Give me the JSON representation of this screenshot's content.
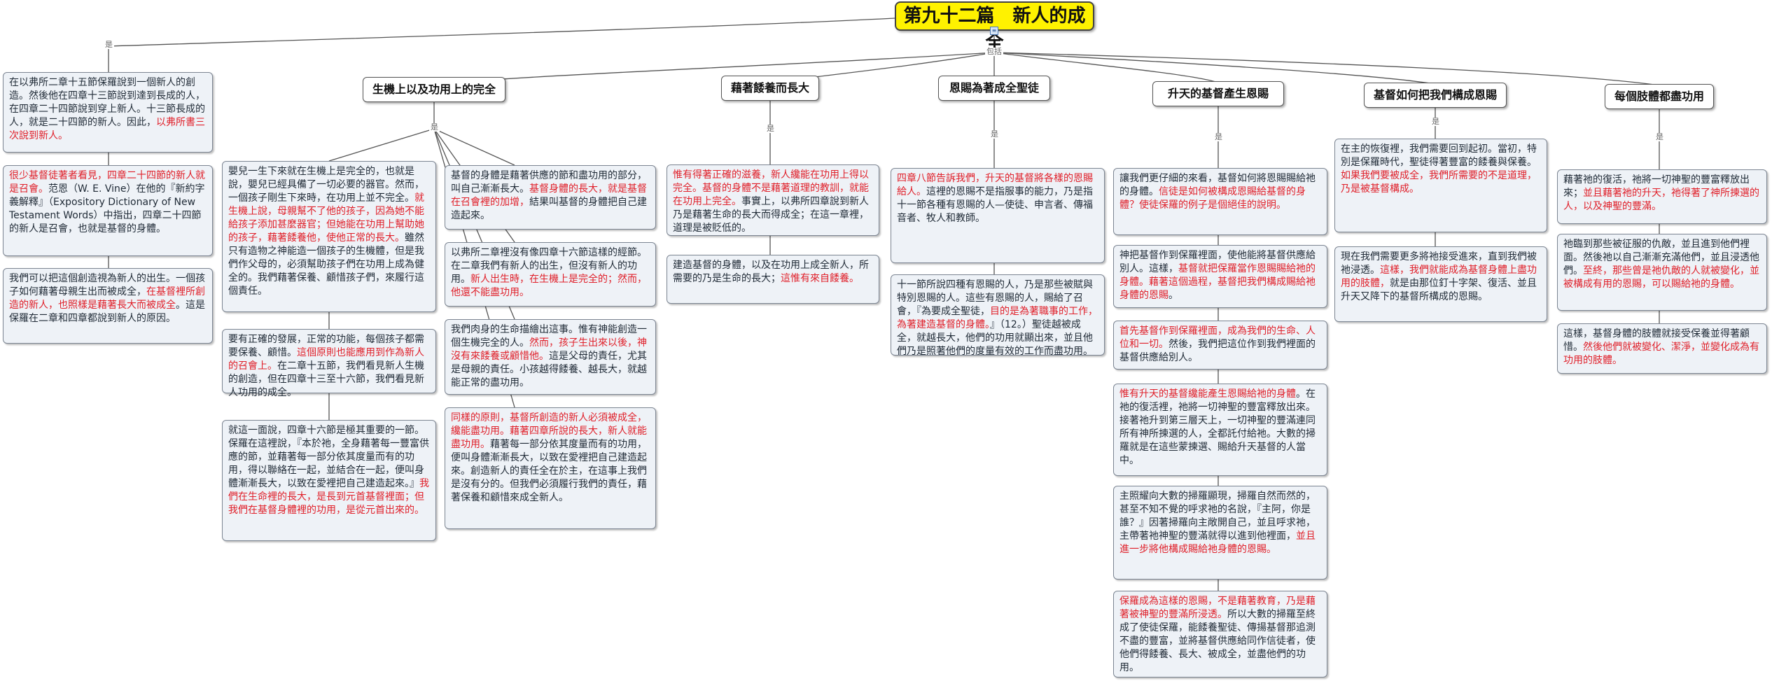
{
  "root": {
    "title": "第九十二篇　新人的成全"
  },
  "labels": {
    "is": "是",
    "includes": "包括"
  },
  "icon": {
    "root_icon": "document-icon"
  },
  "branches": [
    {
      "title": "生機上以及功用上的完全"
    },
    {
      "title": "藉著餧養而長大"
    },
    {
      "title": "恩賜為著成全聖徒"
    },
    {
      "title": "升天的基督產生恩賜"
    },
    {
      "title": "基督如何把我們構成恩賜"
    },
    {
      "title": "每個肢體都盡功用"
    }
  ],
  "intro": [
    [
      {
        "t": "在以弗所二章十五節保羅說到一個新人的創造。然後他在四章十三節說到達到長成的人，在四章二十四節說到穿上新人。十三節長成的人，就是二十四節的新人。因此，",
        "r": false
      },
      {
        "t": "以弗所書三次說到新人。",
        "r": true
      }
    ],
    [
      {
        "t": "很少基督徒著者看見，四章二十四節的新人就是召會。",
        "r": true
      },
      {
        "t": "范恩（W. E. Vine）在他的『新約字義解釋』（Expository Dictionary of New Testament Words）中指出，四章二十四節的新人是召會，也就是基督的身體。",
        "r": false
      }
    ],
    [
      {
        "t": "我們可以把這個創造視為新人的出生。一個孩子如何藉著母親生出而被成全，",
        "r": false
      },
      {
        "t": "在基督裡所創造的新人，也照樣是藉著長大而被成全",
        "r": true
      },
      {
        "t": "。這是保羅在二章和四章都說到新人的原因。",
        "r": false
      }
    ]
  ],
  "b1_left": [
    [
      {
        "t": "嬰兒一生下來就在生機上是完全的，也就是說，嬰兒已經具備了一切必要的器官。然而，一個孩子剛生下來時，在功用上並不完全。",
        "r": false
      },
      {
        "t": "就生機上說，母親幫不了他的孩子，因為她不能給孩子添加甚麼器官；但她能在功用上幫助她的孩子，藉著餧養他，使他正常的長大。",
        "r": true
      },
      {
        "t": "雖然只有造物之神能造一個孩子的生機體，但是我們作父母的，必須幫助孩子們在功用上成為健全的。我們藉著保養、顧惜孩子們，來履行這個責任。",
        "r": false
      }
    ],
    [
      {
        "t": "要有正確的發展，正常的功能，每個孩子都需要保養、顧惜。",
        "r": false
      },
      {
        "t": "這個原則也能應用到作為新人的召會上。",
        "r": true
      },
      {
        "t": "在二章十五節，我們看見新人生機的創造，但在四章十三至十六節，我們看見新人功用的成全。",
        "r": false
      }
    ],
    [
      {
        "t": "就這一面說，四章十六節是極其重要的一節。保羅在這裡說，『本於祂，全身藉著每一豐富供應的節，並藉著每一部分依其度量而有的功用，得以聯絡在一起，並結合在一起，便叫身體漸漸長大，以致在愛裡把自己建造起來。』",
        "r": false
      },
      {
        "t": "我們在生命裡的長大，是長到元首基督裡面；但我們在基督身體裡的功用，是從元首出來的。",
        "r": true
      }
    ]
  ],
  "b1_right": [
    [
      {
        "t": "基督的身體是藉著供應的節和盡功用的部分，叫自己漸漸長大。",
        "r": false
      },
      {
        "t": "基督身體的長大，就是基督在召會裡的加增，",
        "r": true
      },
      {
        "t": "結果叫基督的身體把自己建造起來。",
        "r": false
      }
    ],
    [
      {
        "t": "以弗所二章裡沒有像四章十六節這樣的經節。在二章我們有新人的出生，但沒有新人的功用。",
        "r": false
      },
      {
        "t": "新人出生時，在生機上是完全的；然而，他還不能盡功用。",
        "r": true
      }
    ],
    [
      {
        "t": "我們肉身的生命描繪出這事。惟有神能創造一個生機完全的人。",
        "r": false
      },
      {
        "t": "然而，孩子生出來以後，神沒有來餧養或顧惜他。",
        "r": true
      },
      {
        "t": "這是父母的責任，尤其是母親的責任。小孩越得餧養、越長大，就越能正常的盡功用。",
        "r": false
      }
    ],
    [
      {
        "t": "同樣的原則，基督所創造的新人必須被成全，纔能盡功用。藉著四章所說的長大，新人就能盡功用。",
        "r": true
      },
      {
        "t": "藉著每一部分依其度量而有的功用，便叫身體漸漸長大，以致在愛裡把自己建造起來。創造新人的責任全在於主，在這事上我們是沒有分的。但我們必須履行我們的責任，藉著保養和顧惜來成全新人。",
        "r": false
      }
    ]
  ],
  "b2": [
    [
      {
        "t": "惟有得著正確的滋養，新人纔能在功用上得以完全。基督的身體不是藉著道理的教訓，就能在功用上完全。",
        "r": true
      },
      {
        "t": "事實上，以弗所四章說到新人乃是藉著生命的長大而得成全；在這一章裡，道理是被貶低的。",
        "r": false
      }
    ],
    [
      {
        "t": "建造基督的身體，以及在功用上成全新人，所需要的乃是生命的長大；",
        "r": false
      },
      {
        "t": "這惟有來自餧養。",
        "r": true
      }
    ]
  ],
  "b3": [
    [
      {
        "t": "四章八節告訴我們，升天的基督將各樣的恩賜給人。",
        "r": true
      },
      {
        "t": "這裡的恩賜不是指服事的能力，乃是指十一節各種有恩賜的人—使徒、申言者、傳福音者、牧人和教師。",
        "r": false
      }
    ],
    [
      {
        "t": "十一節所說四種有恩賜的人，乃是那些被賦與特別恩賜的人。這些有恩賜的人，賜給了召會，『為要成全聖徒，",
        "r": false
      },
      {
        "t": "目的是為著職事的工作，為著建造基督的身體。",
        "r": true
      },
      {
        "t": "』（12。）聖徒越被成全，就越長大，他們的功用就顯出來，並且他們乃是照著他們的度量有效的工作而盡功用。",
        "r": false
      }
    ]
  ],
  "b4": [
    [
      {
        "t": "讓我們更仔細的來看，基督如何將恩賜賜給祂的身體。",
        "r": false
      },
      {
        "t": "信徒是如何被構成恩賜給基督的身體？使徒保羅的例子是個絕佳的說明。",
        "r": true
      }
    ],
    [
      {
        "t": "神把基督作到保羅裡面，使他能將基督供應給別人。這樣，",
        "r": false
      },
      {
        "t": "基督就把保羅當作恩賜賜給祂的身體。藉著這個過程，基督把我們構成賜給祂身體的恩賜",
        "r": true
      },
      {
        "t": "。",
        "r": false
      }
    ],
    [
      {
        "t": "首先基督作到保羅裡面，成為我們的生命、人位和一切。",
        "r": true
      },
      {
        "t": "然後，我們把這位作到我們裡面的基督供應給別人。",
        "r": false
      }
    ],
    [
      {
        "t": "惟有升天的基督纔能產生恩賜給祂的身體",
        "r": true
      },
      {
        "t": "。在祂的復活裡，祂將一切神聖的豐富釋放出來。接著祂升到第三層天上，一切神聖的豐滿連同所有神所揀選的人，全都託付給祂。大數的掃羅就是在這些蒙揀選、賜給升天基督的人當中。",
        "r": false
      }
    ],
    [
      {
        "t": "主照耀向大數的掃羅顯現，掃羅自然而然的，甚至不知不覺的呼求祂的名說，『主阿，你是誰？』因著掃羅向主敞開自己，並且呼求祂，主帶著祂神聖的豐滿就得以進到他裡面，",
        "r": false
      },
      {
        "t": "並且進一步將他構成賜給祂身體的恩賜。",
        "r": true
      }
    ],
    [
      {
        "t": "保羅成為這樣的恩賜，不是藉著教育，乃是藉著被神聖的豐滿所浸透。",
        "r": true
      },
      {
        "t": "所以大數的掃羅至終成了使徒保羅，能餧養聖徒、傳揚基督那追測不盡的豐富，並將基督供應給同作信徒者，使他們得餧養、長大、被成全，並盡他們的功用。",
        "r": false
      }
    ]
  ],
  "b5": [
    [
      {
        "t": "在主的恢復裡，我們需要回到起初。當初，特別是保羅時代，聖徒得著豐富的餧養與保養。",
        "r": false
      },
      {
        "t": "如果我們要被成全，我們所需要的不是道理，乃是被基督構成。",
        "r": true
      }
    ],
    [
      {
        "t": "現在我們需要更多將祂接受進來，直到我們被祂浸透。",
        "r": false
      },
      {
        "t": "這樣，我們就能成為基督身體上盡功用的肢體，",
        "r": true
      },
      {
        "t": "就是由那位釘十字架、復活、並且升天又降下的基督所構成的恩賜。",
        "r": false
      }
    ]
  ],
  "b6": [
    [
      {
        "t": "藉著祂的復活，祂將一切神聖的豐富釋放出來；",
        "r": false
      },
      {
        "t": "並且藉著祂的升天，祂得著了神所揀選的人，以及神聖的豐滿。",
        "r": true
      }
    ],
    [
      {
        "t": "祂臨到那些被征服的仇敵，並且進到他們裡面。然後祂以自己漸漸充滿他們，並且浸透他們。",
        "r": false
      },
      {
        "t": "至終，那些曾是祂仇敵的人就被變化，並被構成有用的恩賜，可以賜給祂的身體。",
        "r": true
      }
    ],
    [
      {
        "t": "這樣，基督身體的肢體就接受保養並得著顧惜。",
        "r": false
      },
      {
        "t": "然後他們就被變化、潔淨，並變化成為有功用的肢體。",
        "r": true
      }
    ]
  ]
}
